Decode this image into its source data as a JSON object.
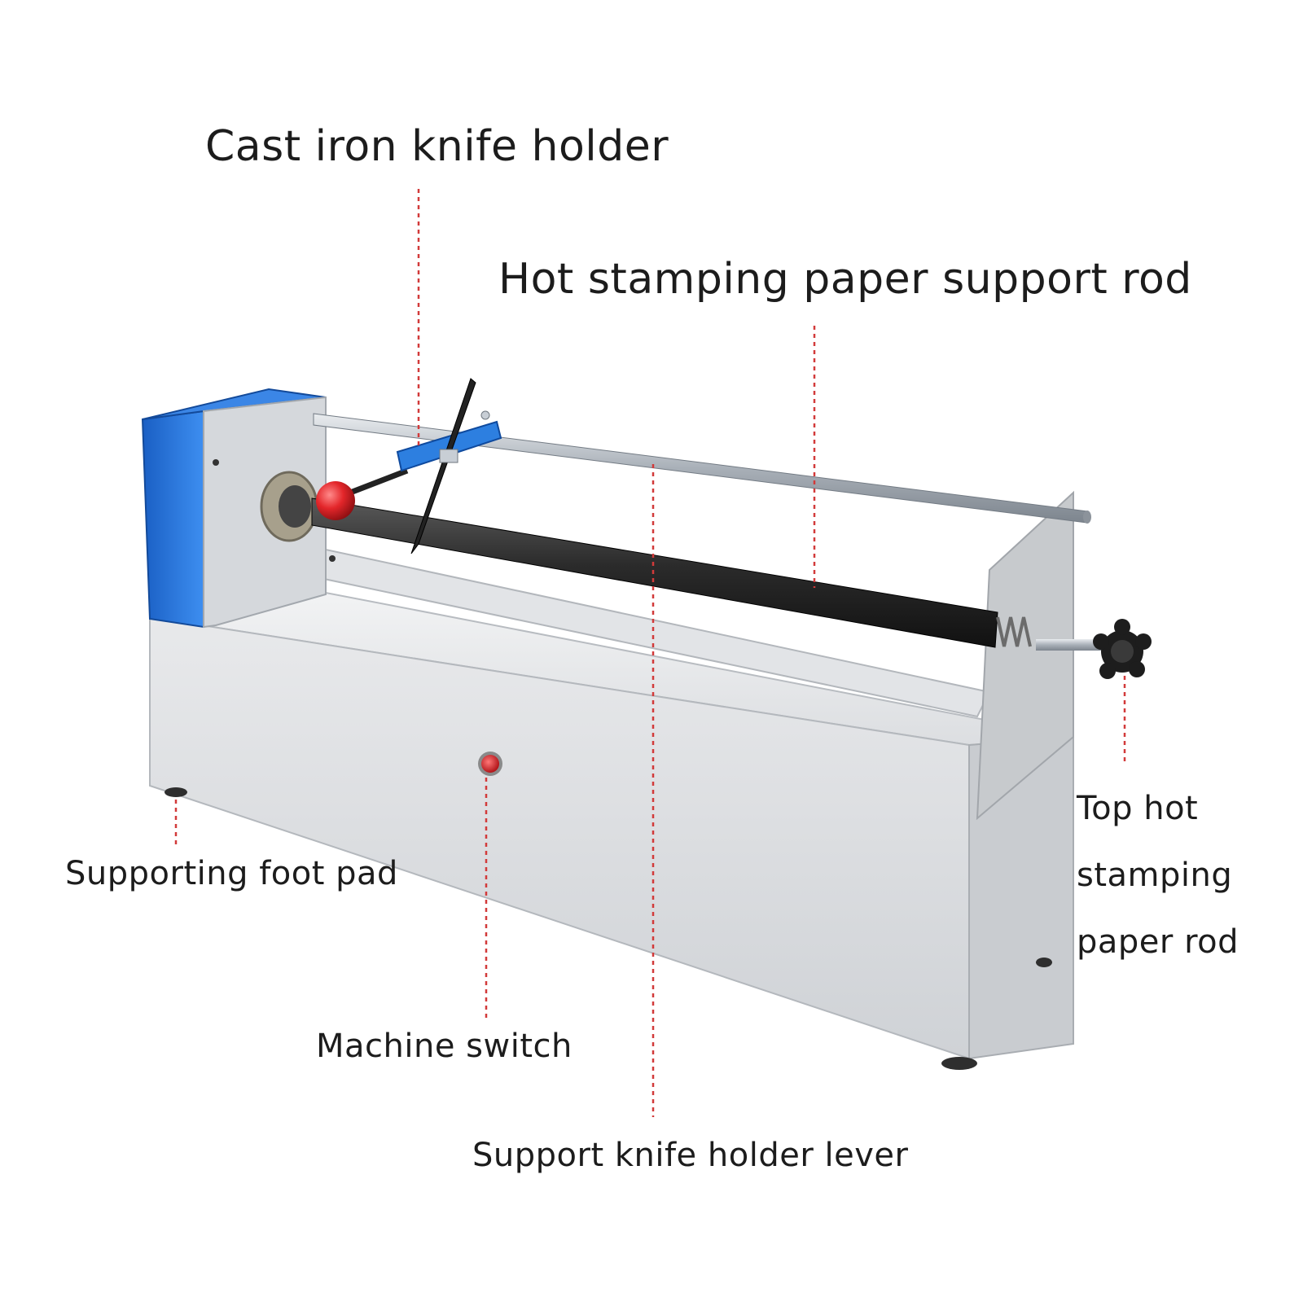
{
  "labels": {
    "cast_iron_knife_holder": "Cast iron knife holder",
    "hot_stamping_paper_support_rod": "Hot stamping paper support rod",
    "supporting_foot_pad": "Supporting foot pad",
    "machine_switch": "Machine switch",
    "support_knife_holder_lever": "Support knife holder lever",
    "top_hot_stamping_paper_rod": {
      "line1": "Top hot",
      "line2": "stamping",
      "line3": "paper rod"
    }
  },
  "colors": {
    "leader_line": "#d23a3a",
    "housing_blue": "#1f6fd6",
    "body_silver": "#d9dbde",
    "roller_black": "#2a2a2a",
    "knob_red": "#e3262a",
    "switch_red": "#e0242a",
    "rod_steel": "#b9bfc6"
  }
}
